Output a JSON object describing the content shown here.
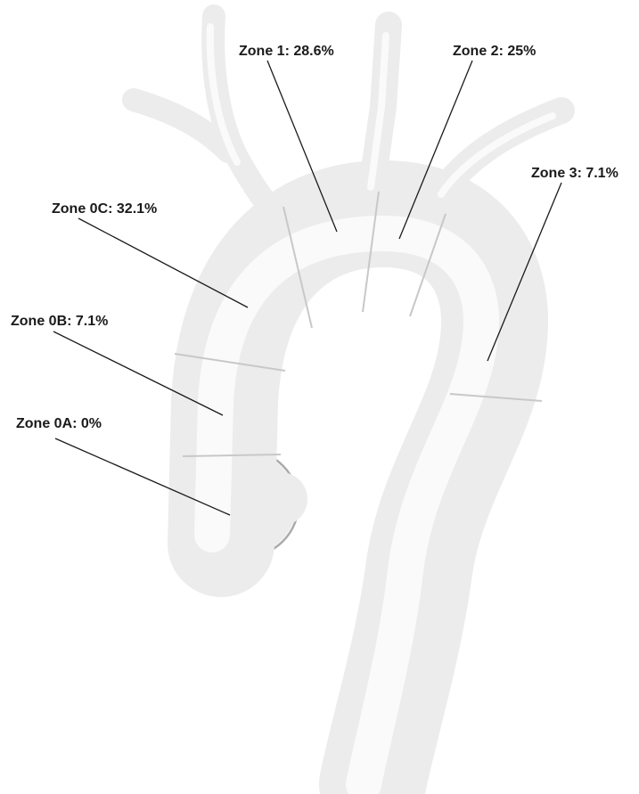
{
  "diagram": {
    "labels": {
      "zone_1": "Zone 1: 28.6%",
      "zone_2": "Zone 2: 25%",
      "zone_3": "Zone 3: 7.1%",
      "zone_0c": "Zone 0C: 32.1%",
      "zone_0b": "Zone 0B: 7.1%",
      "zone_0a": "Zone 0A: 0%"
    }
  }
}
